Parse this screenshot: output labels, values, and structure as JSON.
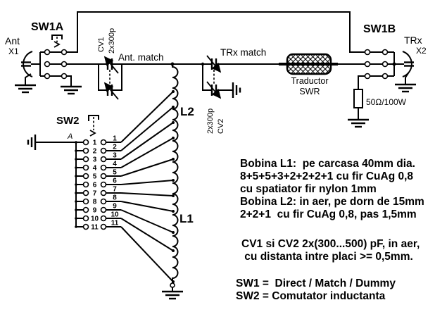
{
  "schematic": {
    "connectors": {
      "left_name": "Ant",
      "left_ref": "X1",
      "right_name": "TRx",
      "right_ref": "X2"
    },
    "switches": {
      "sw1a": "SW1A",
      "sw1b": "SW1B",
      "sw2": "SW2",
      "sw2_common": "A"
    },
    "capacitors": {
      "cv1_name": "CV1",
      "cv1_value": "2x300p",
      "cv2_name": "CV2",
      "cv2_value": "2x300p"
    },
    "inductors": {
      "l1": "L1",
      "l2": "L2"
    },
    "sections": {
      "ant_match": "Ant. match",
      "trx_match": "TRx match"
    },
    "swr_box": {
      "line1": "Traductor",
      "line2": "SWR"
    },
    "dummy_load": "50Ω/100W",
    "sw2_positions": [
      "1",
      "2",
      "3",
      "4",
      "5",
      "6",
      "7",
      "8",
      "9",
      "10",
      "11"
    ]
  },
  "notes": {
    "coil": [
      "Bobina L1:  pe carcasa 40mm dia.",
      "8+5+5+3+2+2+2+1 cu fir CuAg 0,8",
      "cu spatiator fir nylon 1mm",
      "Bobina L2: in aer, pe dorn de 15mm",
      "2+2+1  cu fir CuAg 0,8, pas 1,5mm"
    ],
    "capacitor": [
      "CV1 si CV2 2x(300...500) pF, in aer,",
      " cu distanta intre placi >= 0,5mm."
    ],
    "switch": [
      "SW1 =  Direct / Match / Dummy",
      "SW2 = Comutator inductanta"
    ]
  },
  "colors": {
    "ink": "#000000",
    "background": "#ffffff"
  }
}
